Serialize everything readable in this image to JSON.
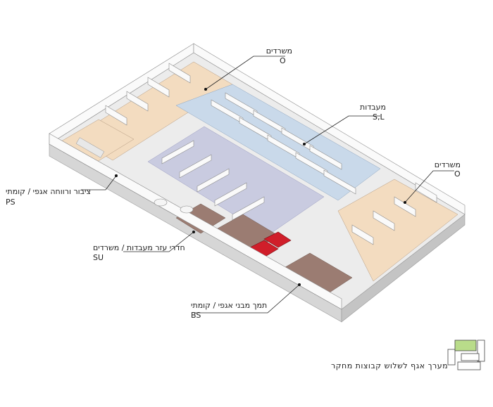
{
  "callouts": {
    "offices_top": {
      "label": "משרדים",
      "code": "O"
    },
    "labs": {
      "label": "מעבדות",
      "code": "S,L"
    },
    "offices_right": {
      "label": "משרדים",
      "code": "O"
    },
    "public": {
      "label": "ציבור ורווחה אגפי / קומתי",
      "code": "PS"
    },
    "support": {
      "label": "חדרי עזר מעבדות / משרדים",
      "code": "SU"
    },
    "building": {
      "label": "תמך מבני אגפי / קומתי",
      "code": "BS"
    }
  },
  "caption": "מערך אגף לשלוש קבוצות מחקר",
  "colors": {
    "offices": "#f3dcc0",
    "labs": "#c9d9ea",
    "corridor": "#c9cbe0",
    "support": "#9b7c72",
    "red": "#d01e2a",
    "keyplan_highlight": "#b9dc8a"
  }
}
